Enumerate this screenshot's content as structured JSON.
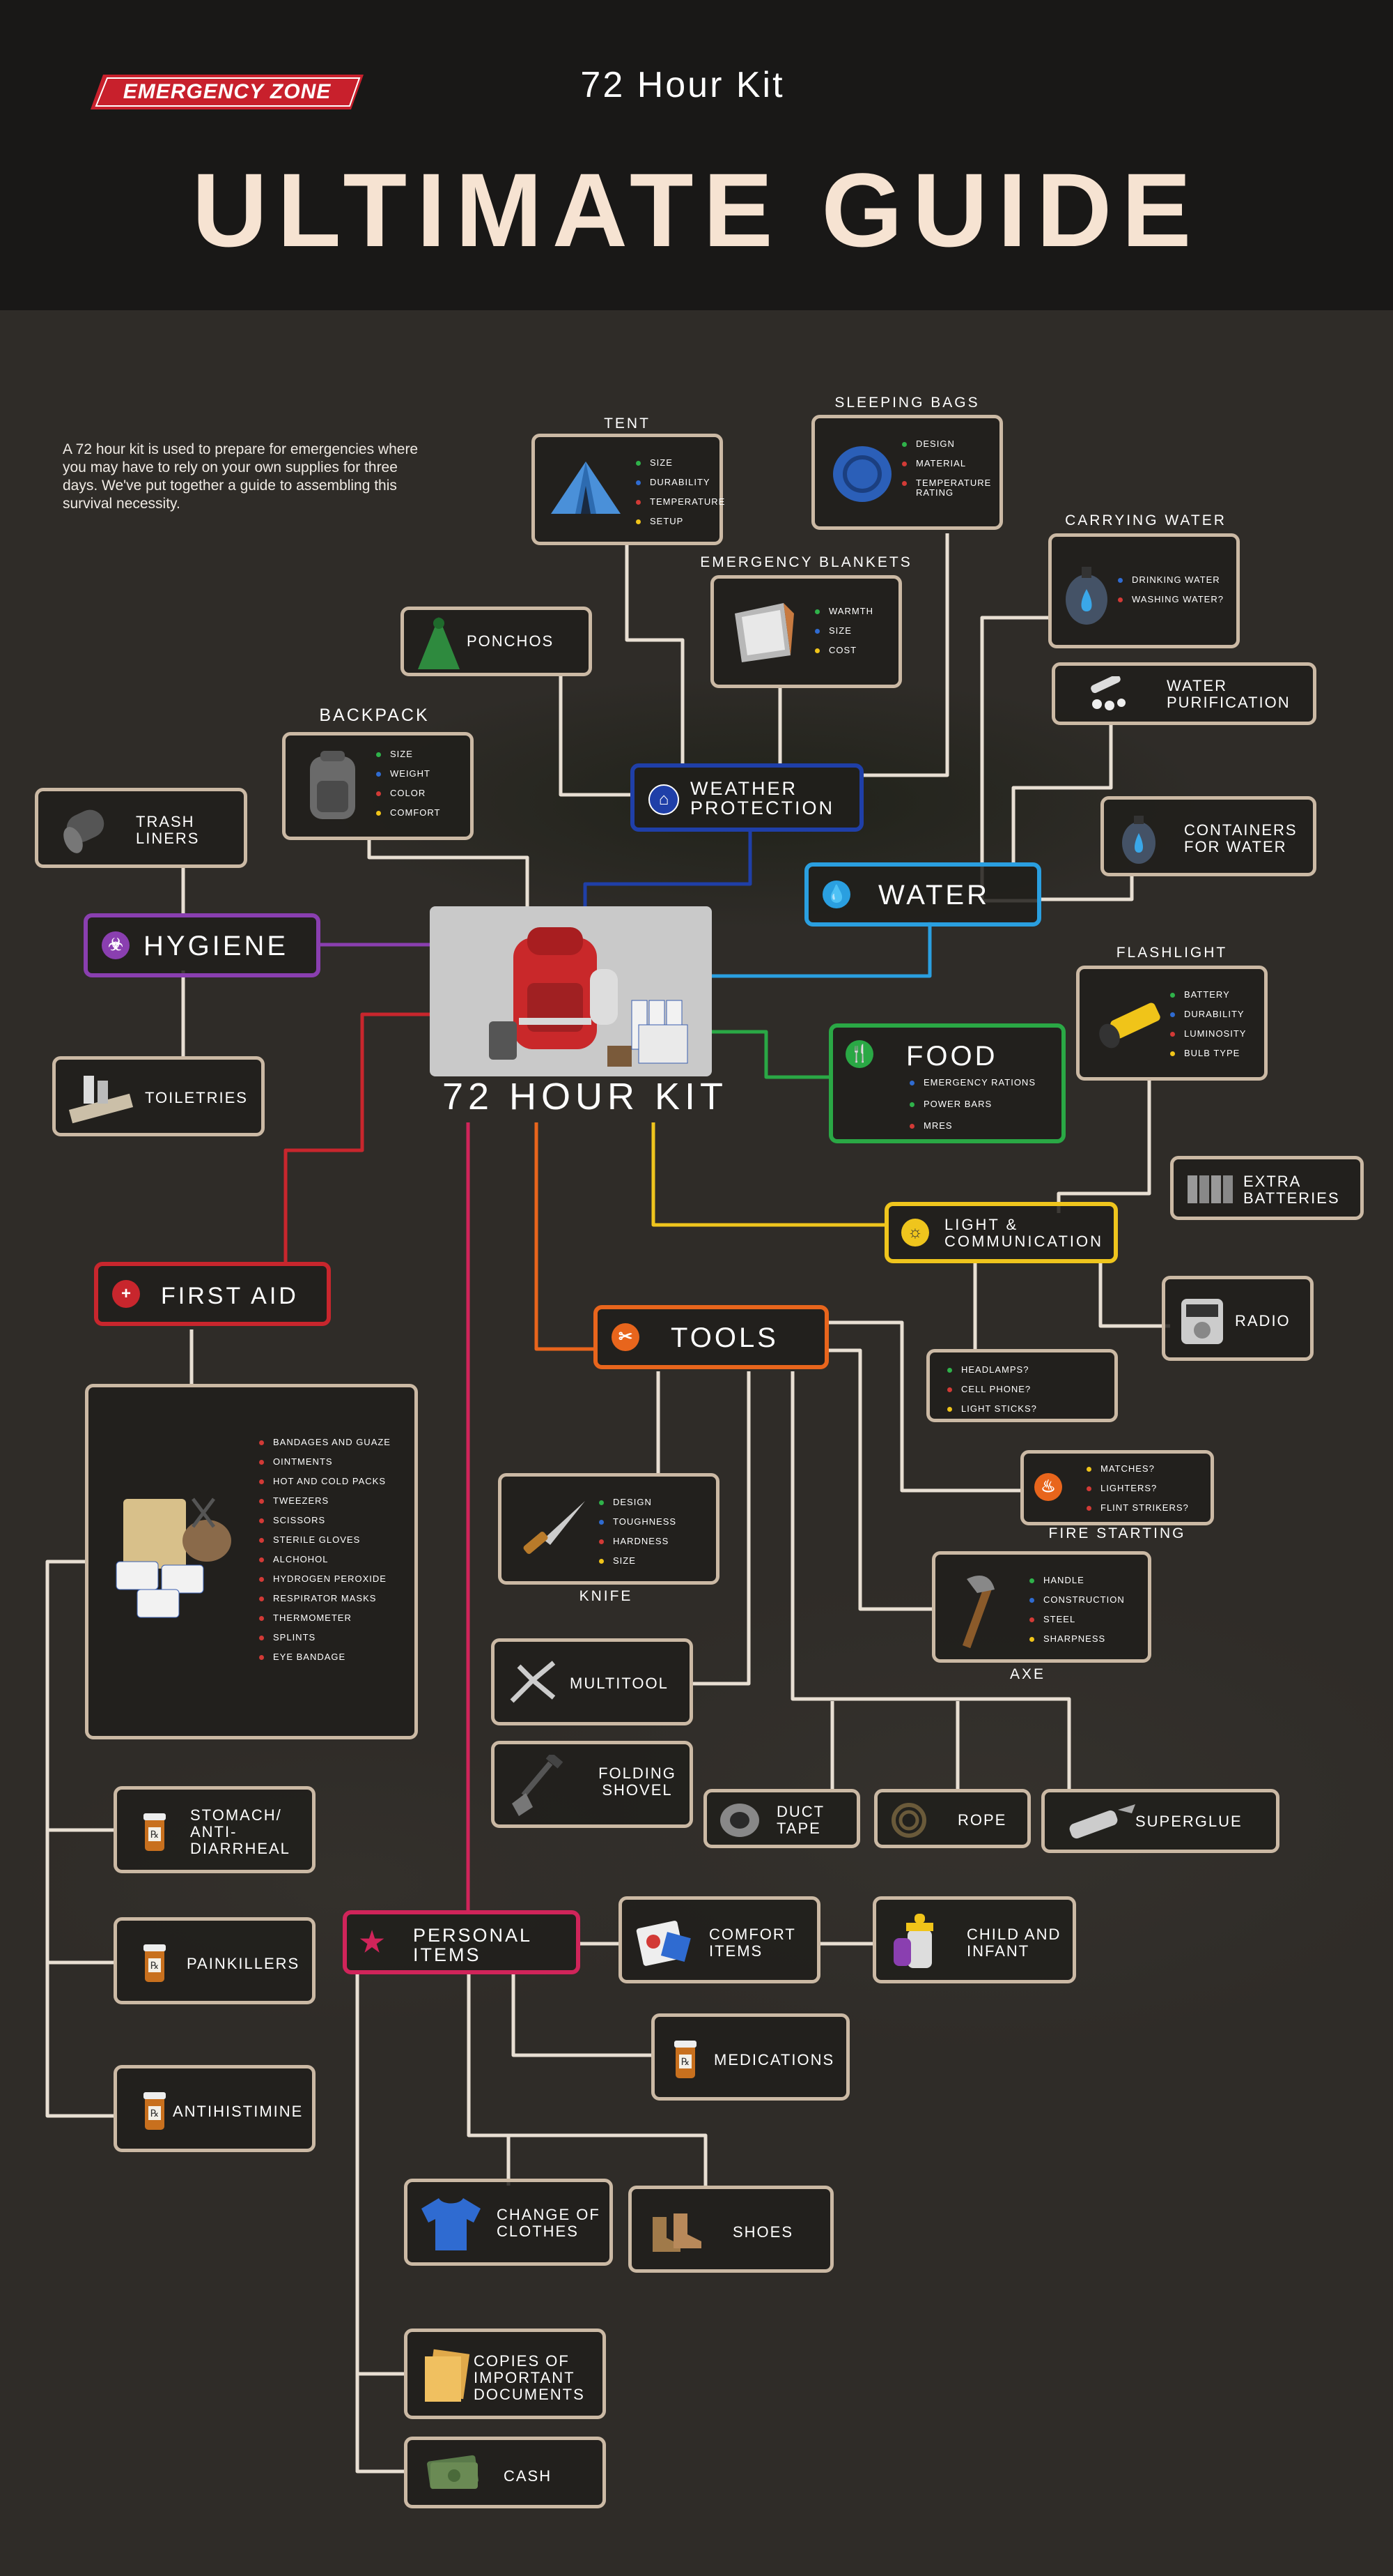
{
  "header": {
    "logo": "EMERGENCY ZONE",
    "kit_title": "72 Hour Kit",
    "main_title": "ULTIMATE GUIDE"
  },
  "intro": "A 72 hour kit is used to prepare for emergencies where you may have to rely on your own supplies for three days. We've put together a guide to assembling this survival necessity.",
  "center": {
    "label": "72 HOUR KIT"
  },
  "colors": {
    "background": "#2f2c28",
    "header": "#191817",
    "box_border": "#cbb9a4",
    "weather": "#1f3fa8",
    "water": "#2a9fe0",
    "food": "#2aa845",
    "light": "#efc51d",
    "tools": "#e8651c",
    "personal": "#d0245a",
    "first_aid": "#c8262d",
    "hygiene": "#8a3fb0",
    "bullet_green": "#2fb24a",
    "bullet_blue": "#2f6bd1",
    "bullet_red": "#d23a36",
    "bullet_yellow": "#f0c419"
  },
  "categories": {
    "weather": "WEATHER PROTECTION",
    "water": "WATER",
    "food": "FOOD",
    "light": "LIGHT & COMMUNICATION",
    "tools": "TOOLS",
    "personal": "PERSONAL ITEMS",
    "first_aid": "FIRST AID",
    "hygiene": "HYGIENE"
  },
  "food_items": [
    "EMERGENCY RATIONS",
    "POWER BARS",
    "MRES"
  ],
  "tent": {
    "title": "TENT",
    "items": [
      "SIZE",
      "DURABILITY",
      "TEMPERATURE",
      "SETUP"
    ]
  },
  "sleeping_bags": {
    "title": "SLEEPING BAGS",
    "items": [
      "DESIGN",
      "MATERIAL",
      "TEMPERATURE RATING"
    ]
  },
  "blankets": {
    "title": "EMERGENCY BLANKETS",
    "items": [
      "WARMTH",
      "SIZE",
      "COST"
    ]
  },
  "ponchos": "PONCHOS",
  "backpack": {
    "title": "BACKPACK",
    "items": [
      "SIZE",
      "WEIGHT",
      "COLOR",
      "COMFORT"
    ]
  },
  "carrying_water": {
    "title": "CARRYING WATER",
    "items": [
      "DRINKING WATER",
      "WASHING WATER?"
    ]
  },
  "water_purification": "WATER PURIFICATION",
  "containers": "CONTAINERS FOR WATER",
  "trash_liners": "TRASH LINERS",
  "toiletries": "TOILETRIES",
  "flashlight": {
    "title": "FLASHLIGHT",
    "items": [
      "BATTERY",
      "DURABILITY",
      "LUMINOSITY",
      "BULB TYPE"
    ]
  },
  "extra_batteries": "EXTRA BATTERIES",
  "radio": "RADIO",
  "light_items": [
    "HEADLAMPS?",
    "CELL PHONE?",
    "LIGHT STICKS?"
  ],
  "fire_starting": {
    "title": "FIRE STARTING",
    "items": [
      "MATCHES?",
      "LIGHTERS?",
      "FLINT STRIKERS?"
    ]
  },
  "knife": {
    "title": "KNIFE",
    "items": [
      "DESIGN",
      "TOUGHNESS",
      "HARDNESS",
      "SIZE"
    ]
  },
  "axe": {
    "title": "AXE",
    "items": [
      "HANDLE",
      "CONSTRUCTION",
      "STEEL",
      "SHARPNESS"
    ]
  },
  "multitool": "MULTITOOL",
  "folding_shovel": "FOLDING SHOVEL",
  "duct_tape": "DUCT TAPE",
  "rope": "ROPE",
  "superglue": "SUPERGLUE",
  "first_aid_items": [
    "BANDAGES AND GUAZE",
    "OINTMENTS",
    "HOT AND COLD PACKS",
    "TWEEZERS",
    "SCISSORS",
    "STERILE GLOVES",
    "ALCHOHOL",
    "HYDROGEN PEROXIDE",
    "RESPIRATOR MASKS",
    "THERMOMETER",
    "SPLINTS",
    "EYE BANDAGE"
  ],
  "stomach": "STOMACH/ ANTI- DIARRHEAL",
  "painkillers": "PAINKILLERS",
  "antihistimine": "ANTIHISTIMINE",
  "comfort_items": "COMFORT ITEMS",
  "child_infant": "CHILD AND INFANT",
  "medications": "MEDICATIONS",
  "change_clothes": "CHANGE OF CLOTHES",
  "shoes": "SHOES",
  "documents": "COPIES OF IMPORTANT DOCUMENTS",
  "cash": "CASH"
}
